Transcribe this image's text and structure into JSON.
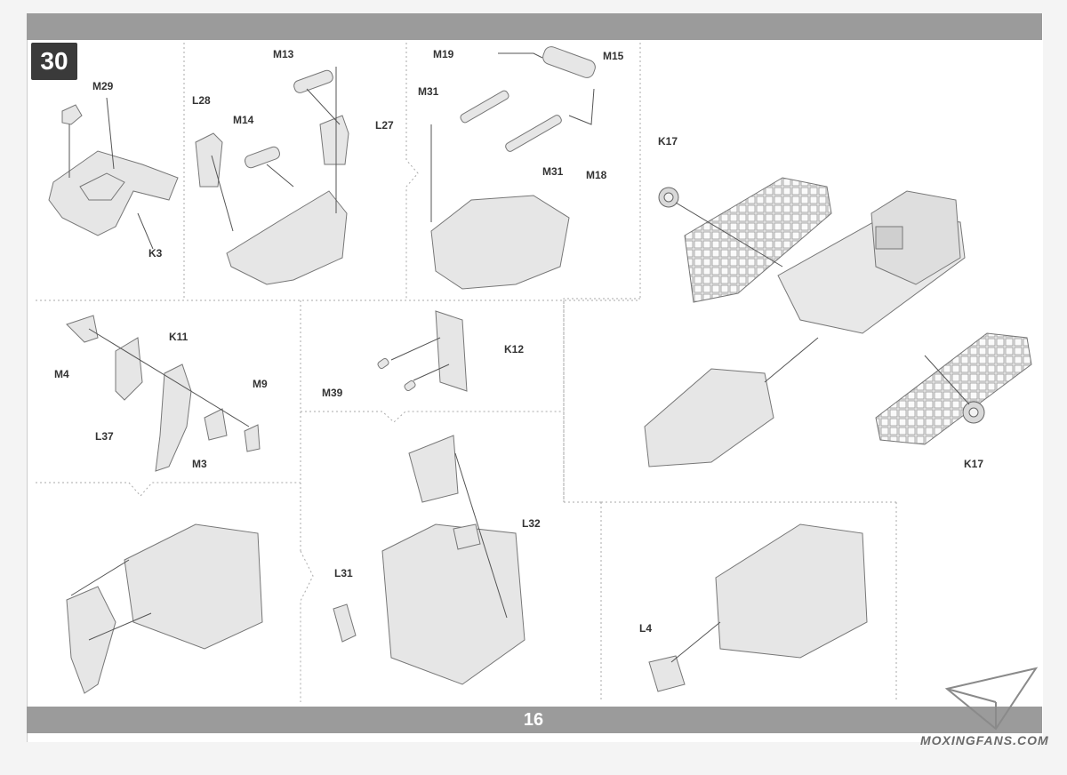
{
  "step": {
    "number": "30"
  },
  "footer": {
    "page_number": "16"
  },
  "watermark": {
    "text": "MOXINGFANS.COM"
  },
  "labels": {
    "m29": "M29",
    "k3": "K3",
    "m13": "M13",
    "l28": "L28",
    "m14": "M14",
    "l27": "L27",
    "m19": "M19",
    "m15": "M15",
    "m31a": "M31",
    "m31b": "M31",
    "m18": "M18",
    "k17a": "K17",
    "k17b": "K17",
    "k11": "K11",
    "m4": "M4",
    "m9": "M9",
    "l37": "L37",
    "m3": "M3",
    "k12": "K12",
    "m39": "M39",
    "l32": "L32",
    "l31": "L31",
    "l4": "L4"
  },
  "colors": {
    "band": "#9b9b9b",
    "badge": "#3a3a3a",
    "line": "#555555",
    "part": "#e6e6e6",
    "part_stroke": "#777777"
  }
}
